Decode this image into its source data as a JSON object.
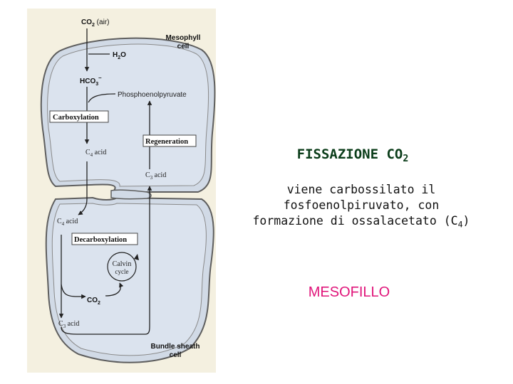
{
  "diagram": {
    "co2_air": {
      "main": "CO",
      "sub": "2",
      "tail": " (air)"
    },
    "mesophyll_cell": [
      "Mesophyll",
      "cell"
    ],
    "h2o": {
      "main": "H",
      "sub": "2",
      "tail": "O"
    },
    "hco3": {
      "main": "HCO",
      "sub": "3",
      "sup": "–"
    },
    "phosphoenolpyruvate": "Phosphoenolpyruvate",
    "carboxylation": "Carboxylation",
    "regeneration": "Regeneration",
    "c4_acid_top": {
      "main": "C",
      "sub": "4",
      "tail": " acid"
    },
    "c3_acid_top": {
      "main": "C",
      "sub": "3",
      "tail": " acid"
    },
    "c4_acid_bottom": {
      "main": "C",
      "sub": "4",
      "tail": " acid"
    },
    "decarboxylation": "Decarboxylation",
    "calvin_cycle": [
      "Calvin",
      "cycle"
    ],
    "co2_inner": {
      "main": "CO",
      "sub": "2"
    },
    "c3_acid_bottom": {
      "main": "C",
      "sub": "3",
      "tail": " acid"
    },
    "bundle_sheath_cell": [
      "Bundle sheath",
      "cell"
    ]
  },
  "slide": {
    "title": {
      "main": "FISSAZIONE CO",
      "sub": "2"
    },
    "description": {
      "line1": "viene carbossilato il",
      "line2": "fosfoenolpiruvato, con",
      "line3_pre": "formazione di ossalacetato (C",
      "line3_sub": "4",
      "line3_post": ")"
    },
    "label": "MESOFILLO"
  },
  "colors": {
    "cell_fill": "#dbe3ee",
    "cell_stroke": "#5e5e5e",
    "panel_bg": "#f4f0e0",
    "title": "#0b3d1a",
    "label": "#e0157a"
  }
}
